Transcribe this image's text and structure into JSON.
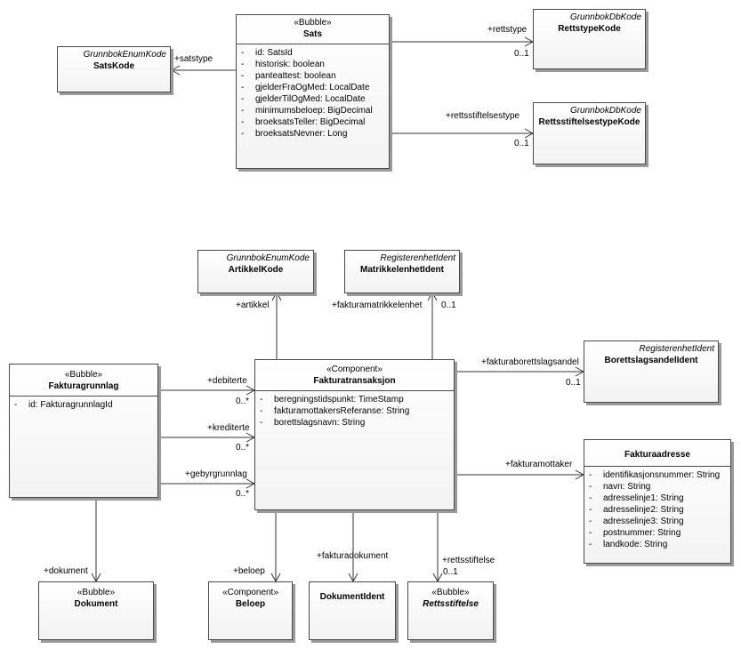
{
  "classes": {
    "sats": {
      "stereotype": "«Bubble»",
      "name": "Sats",
      "attrs": [
        {
          "vis": "-",
          "text": "id: SatsId"
        },
        {
          "vis": "-",
          "text": "historisk: boolean"
        },
        {
          "vis": "-",
          "text": "panteattest: boolean"
        },
        {
          "vis": "-",
          "text": "gjelderFraOgMed: LocalDate"
        },
        {
          "vis": "-",
          "text": "gjelderTilOgMed: LocalDate"
        },
        {
          "vis": "-",
          "text": "minimumsbeloep: BigDecimal"
        },
        {
          "vis": "-",
          "text": "broeksatsTeller: BigDecimal"
        },
        {
          "vis": "-",
          "text": "broeksatsNevner: Long"
        }
      ]
    },
    "satskode": {
      "stereotype": "GrunnbokEnumKode",
      "name": "SatsKode"
    },
    "rettstypekode": {
      "stereotype": "GrunnbokDbKode",
      "name": "RettstypeKode"
    },
    "rettsstiftelsestypekode": {
      "stereotype": "GrunnbokDbKode",
      "name": "RettsstiftelsestypeKode"
    },
    "artikkelkode": {
      "stereotype": "GrunnbokEnumKode",
      "name": "ArtikkelKode"
    },
    "matrikkelenhetident": {
      "stereotype": "RegisterenhetIdent",
      "name": "MatrikkelenhetIdent"
    },
    "borettslagsandelident": {
      "stereotype": "RegisterenhetIdent",
      "name": "BorettslagsandelIdent"
    },
    "fakturagrunnlag": {
      "stereotype": "«Bubble»",
      "name": "Fakturagrunnlag",
      "attrs": [
        {
          "vis": "-",
          "text": "id: FakturagrunnlagId"
        }
      ]
    },
    "fakturatransaksjon": {
      "stereotype": "«Component»",
      "name": "Fakturatransaksjon",
      "attrs": [
        {
          "vis": "-",
          "text": "beregningstidspunkt: TimeStamp"
        },
        {
          "vis": "-",
          "text": "fakturamottakersReferanse: String"
        },
        {
          "vis": "-",
          "text": "borettslagsnavn: String"
        }
      ]
    },
    "fakturaadresse": {
      "name": "Fakturaadresse",
      "attrs": [
        {
          "vis": "-",
          "text": "identifikasjonsnummer: String"
        },
        {
          "vis": "-",
          "text": "navn: String"
        },
        {
          "vis": "-",
          "text": "adresselinje1: String"
        },
        {
          "vis": "-",
          "text": "adresselinje2: String"
        },
        {
          "vis": "-",
          "text": "adresselinje3: String"
        },
        {
          "vis": "-",
          "text": "postnummer: String"
        },
        {
          "vis": "-",
          "text": "landkode: String"
        }
      ]
    },
    "dokument": {
      "stereotype": "«Bubble»",
      "name": "Dokument"
    },
    "beloep": {
      "stereotype": "«Component»",
      "name": "Beloep"
    },
    "dokumentident": {
      "name": "DokumentIdent"
    },
    "rettsstiftelse": {
      "stereotype": "«Bubble»",
      "name": "Rettsstiftelse"
    }
  },
  "labels": {
    "satstype": "+satstype",
    "rettstype": "+rettstype",
    "rettstype_mult": "0..1",
    "rettsstiftelsestype": "+rettsstiftelsestype",
    "rettsstiftelsestype_mult": "0..1",
    "artikkel": "+artikkel",
    "fakturamatrikkelenhet": "+fakturamatrikkelenhet",
    "fakturamatrikkelenhet_mult": "0..1",
    "fakturaborettslagsandel": "+fakturaborettslagsandel",
    "fakturaborettslagsandel_mult": "0..1",
    "debiterte": "+debiterte",
    "debiterte_mult": "0..*",
    "krediterte": "+krediterte",
    "krediterte_mult": "0..*",
    "gebyrgrunnlag": "+gebyrgrunnlag",
    "gebyrgrunnlag_mult": "0..*",
    "fakturamottaker": "+fakturamottaker",
    "dokument": "+dokument",
    "beloep": "+beloep",
    "fakturadokument": "+fakturadokument",
    "rettsstiftelse": "+rettsstiftelse",
    "rettsstiftelse_mult": "0..1"
  },
  "colors": {
    "border": "#4a4a4a",
    "shadow": "#9a9a9a",
    "line": "#333333"
  }
}
